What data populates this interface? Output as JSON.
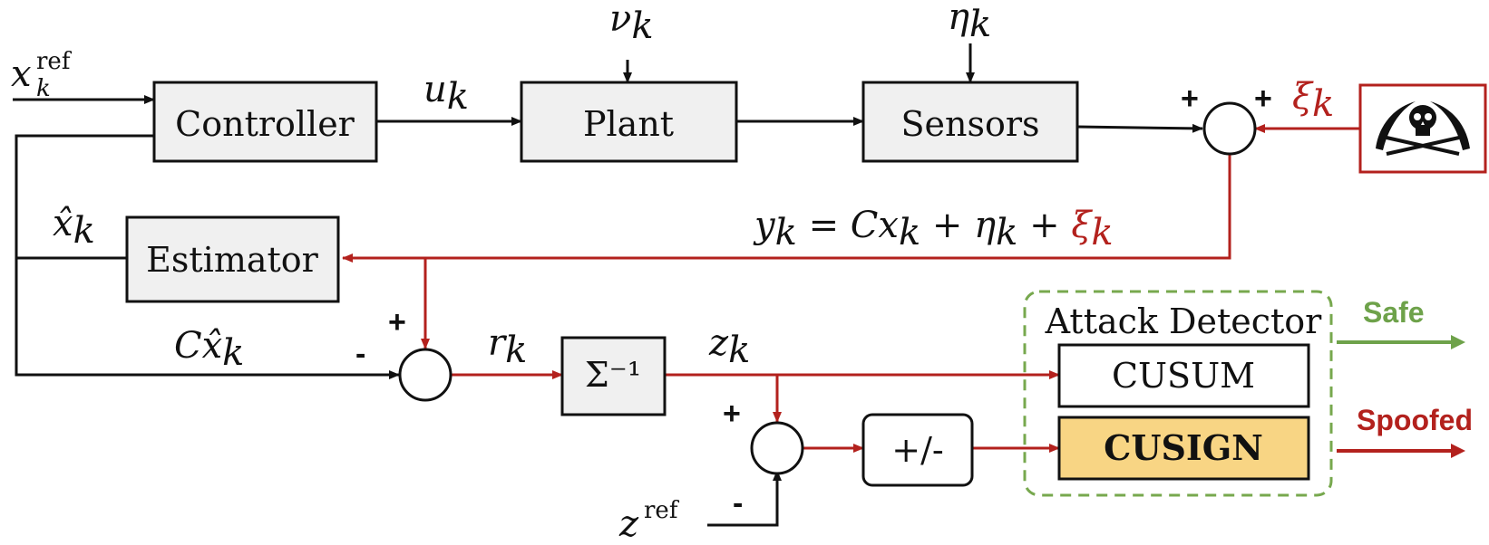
{
  "blocks": {
    "controller": "Controller",
    "plant": "Plant",
    "sensors": "Sensors",
    "estimator": "Estimator",
    "sigma_inv": "Σ⁻¹",
    "sign_op": "+/-",
    "cusum": "CUSUM",
    "cusign": "CUSIGN"
  },
  "detector": {
    "title": "Attack Detector"
  },
  "outputs": {
    "safe": "Safe",
    "spoofed": "Spoofed"
  },
  "signals": {
    "x_ref": "x",
    "x_ref_sub": "k",
    "x_ref_sup": "ref",
    "u": "u",
    "u_sub": "k",
    "nu": "ν",
    "nu_sub": "k",
    "eta": "η",
    "eta_sub": "k",
    "xi": "ξ",
    "xi_sub": "k",
    "x_hat": "x̂",
    "x_hat_sub": "k",
    "y_eq_main": "y",
    "y_eq_k1": "k",
    "y_eq_mid": " = Cx",
    "y_eq_k2": "k",
    "y_eq_eta": " + η",
    "y_eq_k3": "k",
    "y_eq_plus": " + ",
    "y_eq_xi": "ξ",
    "y_eq_k4": "k",
    "cx_hat": "Cx̂",
    "cx_hat_sub": "k",
    "r": "r",
    "r_sub": "k",
    "z": "z",
    "z_sub": "k",
    "z_ref": "z",
    "z_ref_sup": "ref"
  },
  "signs": {
    "plus": "+",
    "minus": "-"
  },
  "icons": {
    "attacker": "pirate-skull-icon"
  },
  "colors": {
    "attack_red": "#b3211d",
    "safe_green": "#6ea24a",
    "detector_border": "#77a84e",
    "cusign_fill": "#f8d584",
    "block_fill": "#f0f0f0"
  }
}
